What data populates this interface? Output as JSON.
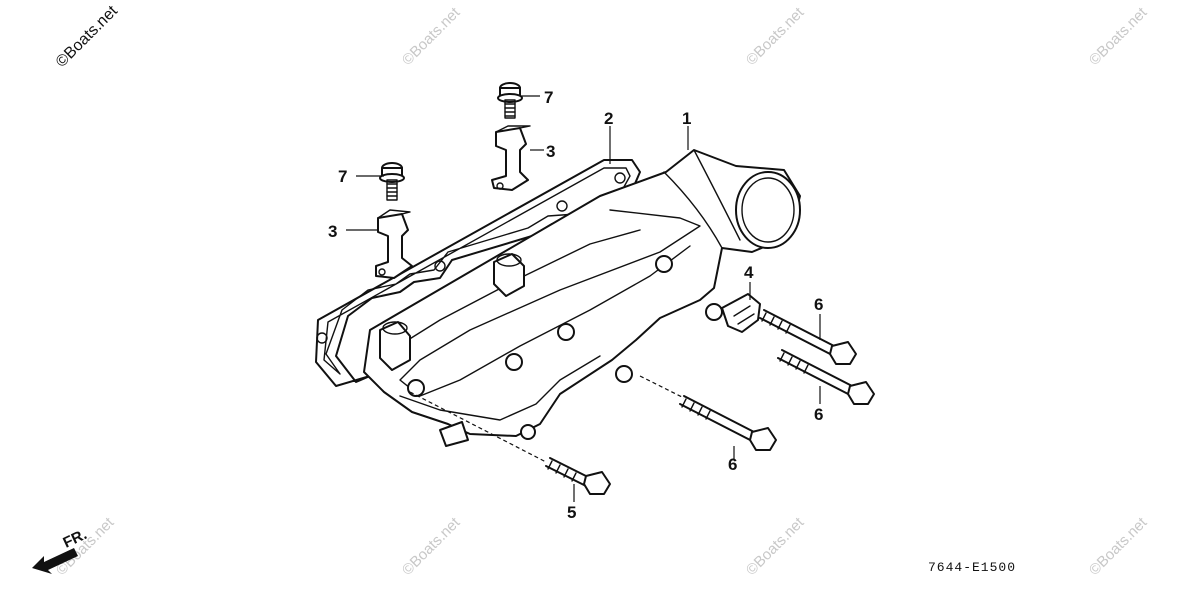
{
  "diagram": {
    "code": "7644-E1500",
    "front_label": "FR.",
    "watermark_corner": "©Boats.net",
    "watermark": "©Boats.net",
    "callouts": [
      {
        "id": "1"
      },
      {
        "id": "2"
      },
      {
        "id": "3"
      },
      {
        "id": "3"
      },
      {
        "id": "4"
      },
      {
        "id": "5"
      },
      {
        "id": "6"
      },
      {
        "id": "6"
      },
      {
        "id": "6"
      },
      {
        "id": "7"
      },
      {
        "id": "7"
      }
    ]
  }
}
